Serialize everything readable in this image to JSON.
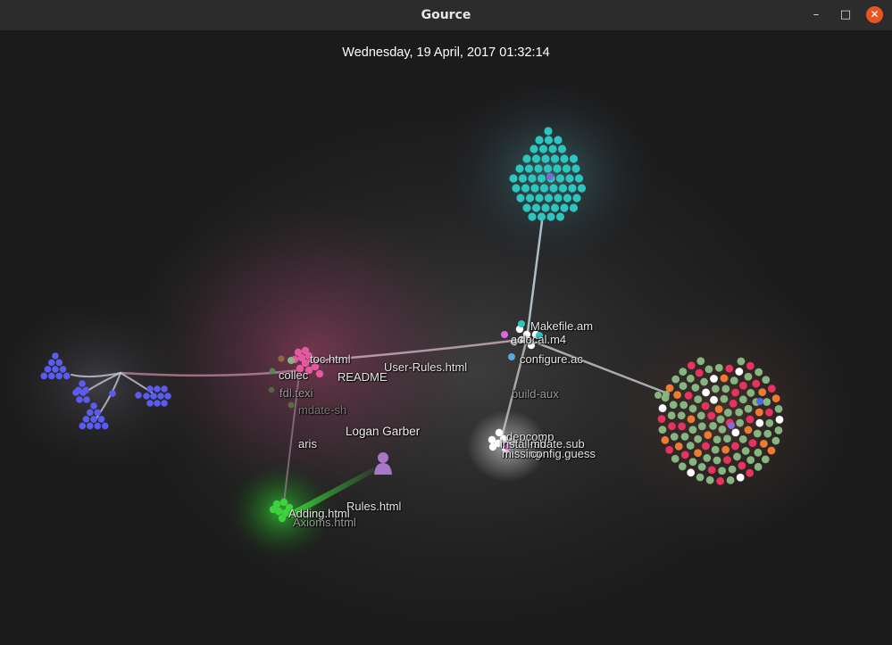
{
  "window": {
    "title": "Gource",
    "minimize_glyph": "–",
    "maximize_glyph": "□",
    "close_glyph": "✕"
  },
  "overlay": {
    "datetime": "Wednesday, 19 April, 2017 01:32:14"
  },
  "graph": {
    "top_cluster_color": "#2ec4c0",
    "right_cluster_colors": [
      "#e8335f",
      "#86b57f",
      "#f07a2f",
      "#ffffff",
      "#7a5bd6"
    ],
    "left_cluster_color": "#5a5cf0",
    "dir_labels": {
      "build_aux": "build-aux",
      "aris": "aris",
      "mdate_sh": "mdate-sh",
      "fdl_texi": "fdl.texi"
    },
    "file_labels": {
      "makefile_am": "Makefile.am",
      "aclocal_m4": "aclocal.m4",
      "configure_ac": "configure.ac",
      "depcomp": "depcomp",
      "install_sh": "install-sh",
      "mdate_sub": "mdate.sub",
      "missing": "missing",
      "config_guess": "config.guess",
      "rules_html": "Rules.html",
      "adding_html": "Adding.html",
      "axioms_html": "Axioms.html",
      "collected": "collec",
      "user_rules": "User-Rules.html",
      "readme": "README",
      "toc": "toc.html"
    },
    "user": {
      "name": "Logan Garber",
      "color": "#a877c9"
    }
  }
}
